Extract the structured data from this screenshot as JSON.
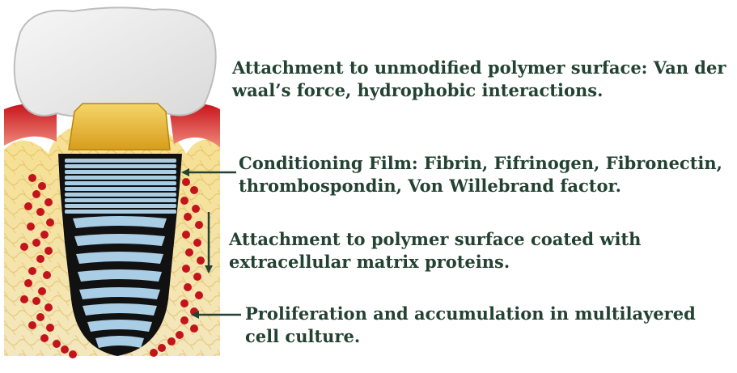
{
  "labels": [
    {
      "lines": [
        "Attachment to unmodified polymer surface: Van der",
        "waal’s force, hydrophobic interactions."
      ]
    },
    {
      "lines": [
        "Conditioning Film: Fibrin, Fifrinogen, Fibronectin,",
        "thrombospondin, Von Willebrand factor."
      ]
    },
    {
      "lines": [
        "Attachment to polymer surface coated with",
        "extracellular matrix proteins."
      ]
    },
    {
      "lines": [
        "Proliferation and accumulation in multilayered",
        "cell culture."
      ]
    }
  ],
  "colors": {
    "text": "#234233",
    "arrow": "#234233",
    "crown": "#f1f1f1",
    "gum": "#d9252a",
    "bone": "#f2d77a",
    "abutment": "#e8b534",
    "implant_thread": "#a9cde4",
    "implant_core": "#111111",
    "cells": "#c3141c"
  }
}
